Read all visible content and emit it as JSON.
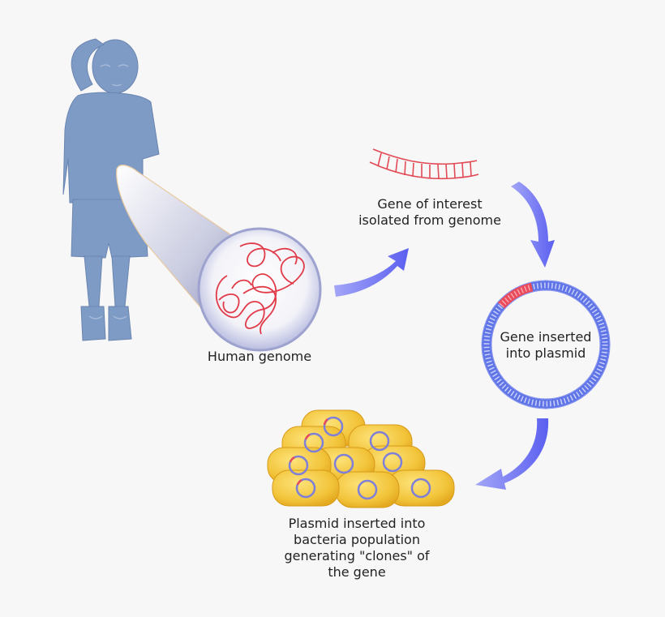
{
  "labels": {
    "human_genome": "Human genome",
    "gene_of_interest": [
      "Gene of interest",
      "isolated from genome"
    ],
    "gene_inserted": [
      "Gene inserted",
      "into plasmid"
    ],
    "plasmid_bacteria": [
      "Plasmid inserted into",
      "bacteria population",
      "generating \"clones\" of",
      "the gene"
    ]
  },
  "colors": {
    "background": "#f7f7f7",
    "person": "#7e9bc6",
    "arrow": "#6b6ff0",
    "dna": "#e24a56",
    "plasmid": "#5f74e6",
    "bacteria": "#f0c23a"
  }
}
